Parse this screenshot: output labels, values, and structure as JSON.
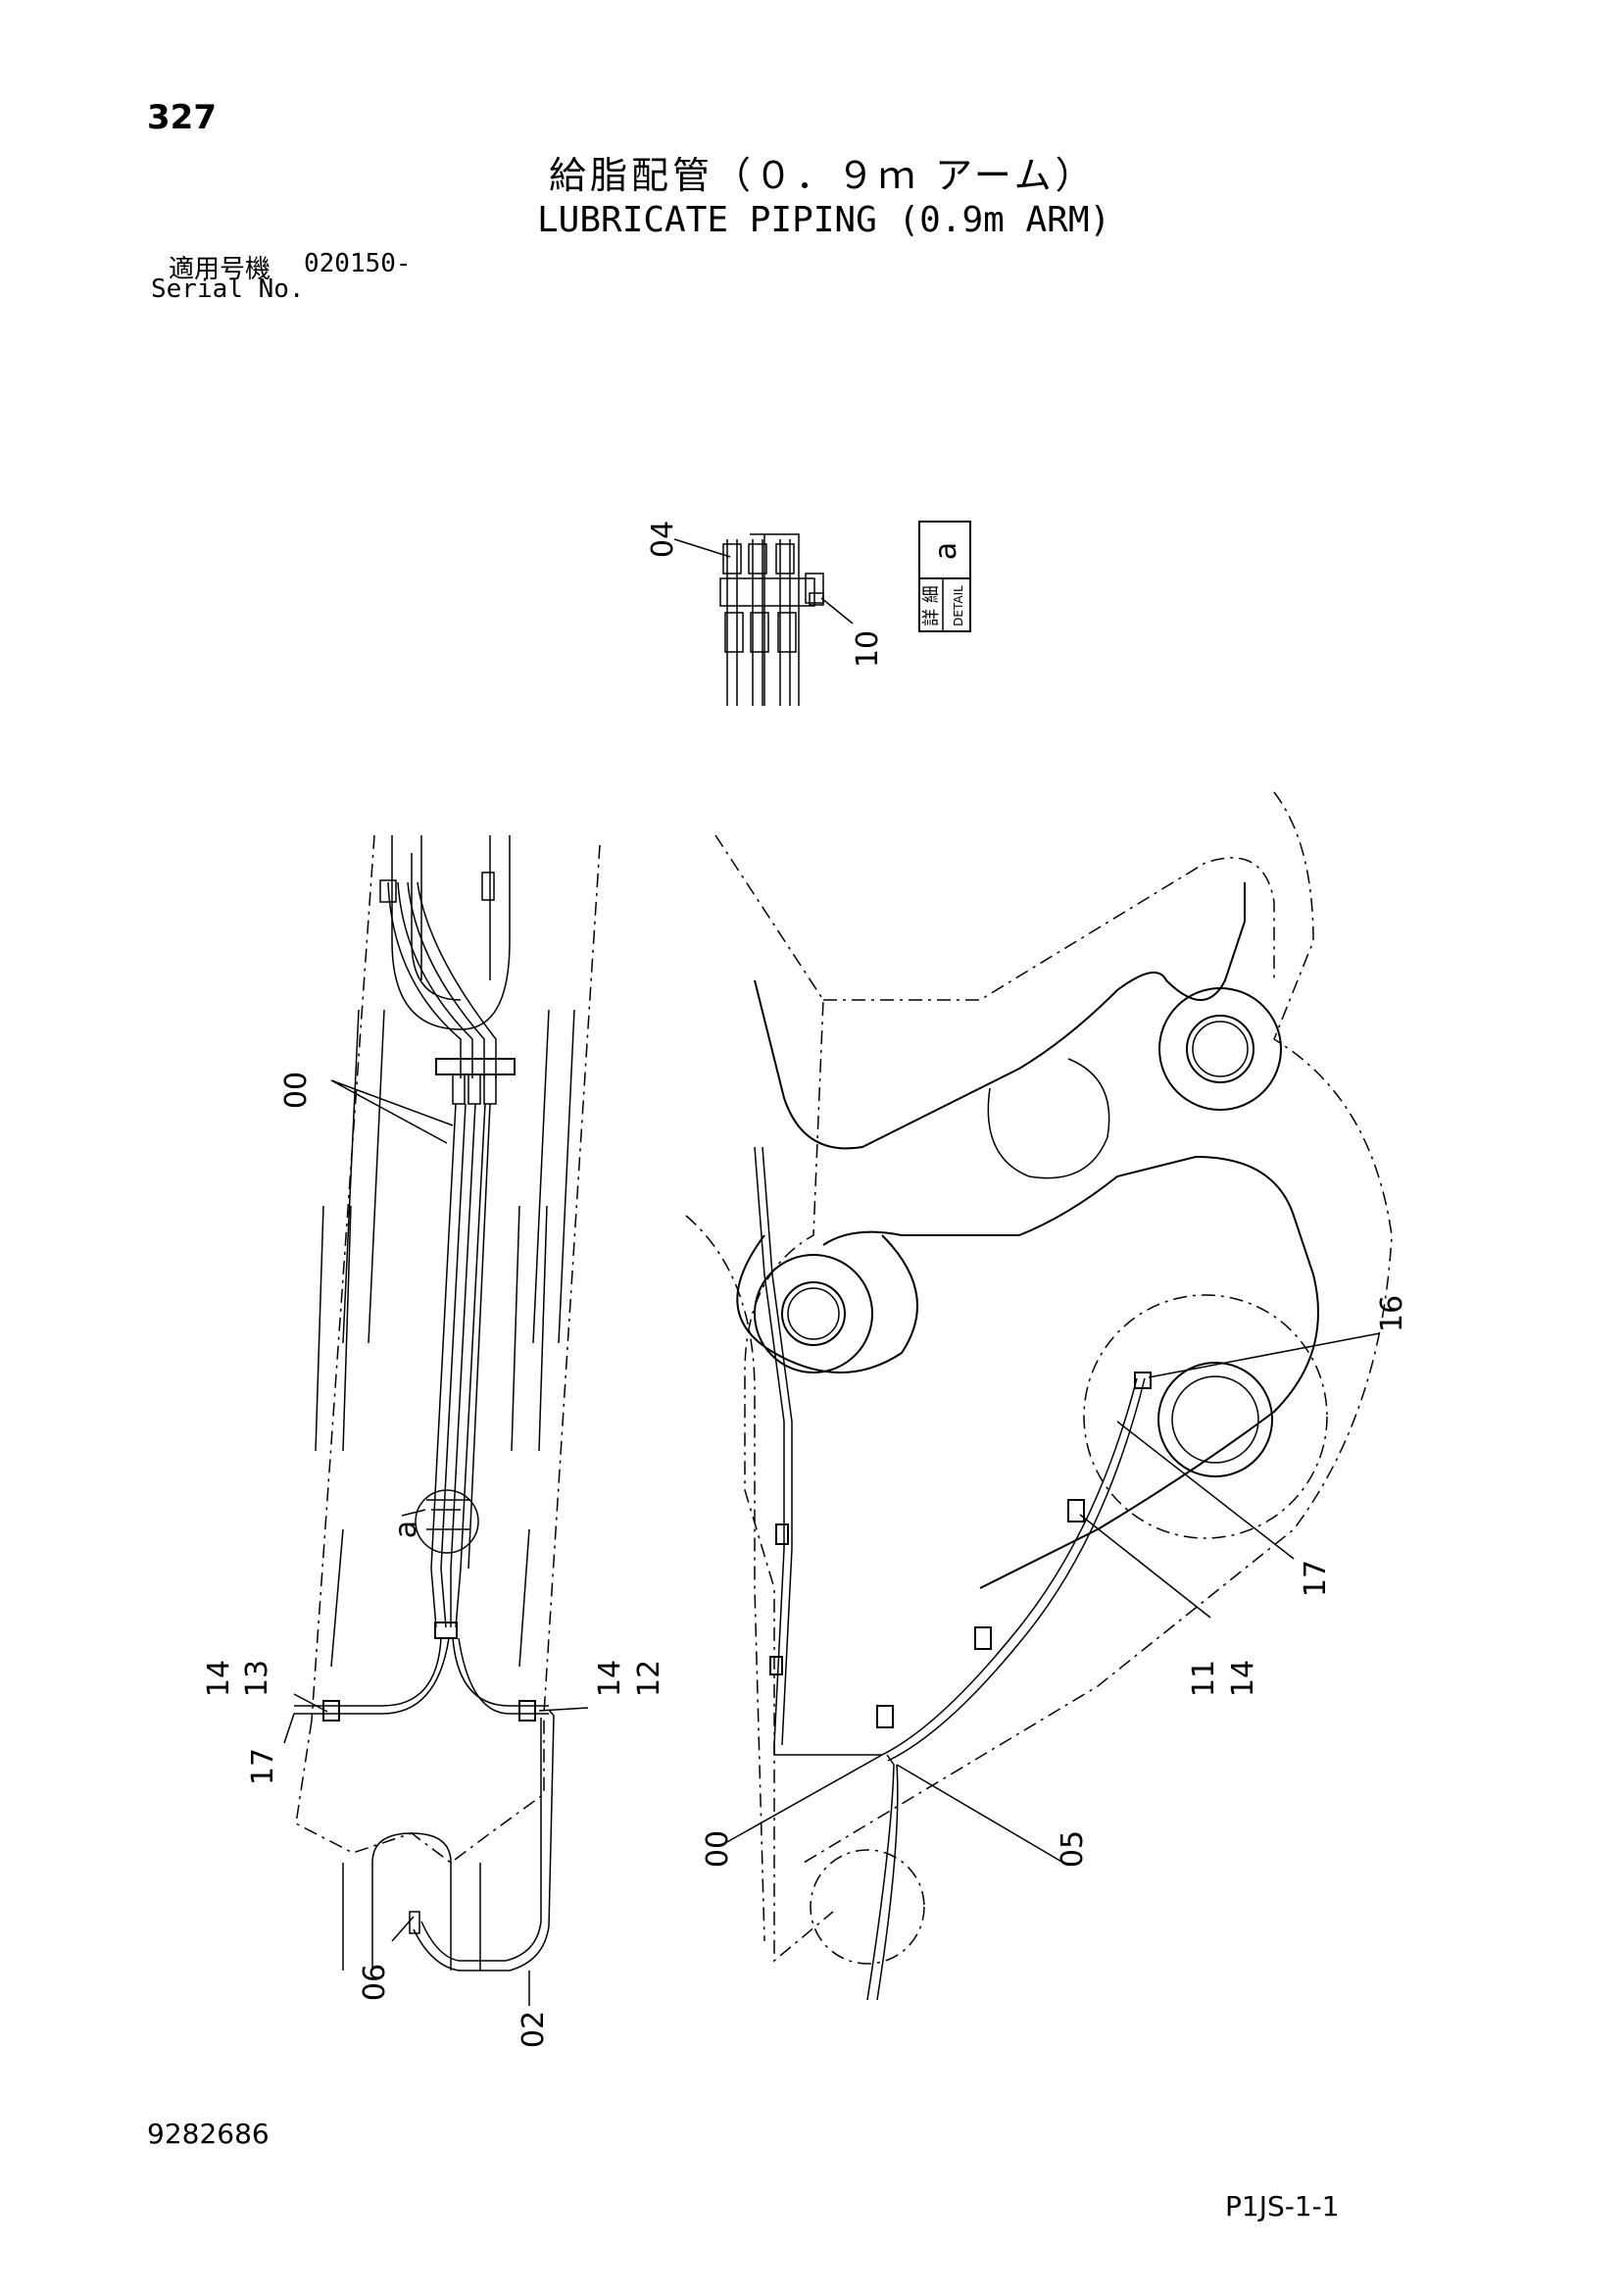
{
  "page": {
    "number": "327",
    "title_ja": "給脂配管（０．９ｍ アーム）",
    "title_en": "LUBRICATE PIPING (0.9m ARM)",
    "serial_label_ja": "適用号機",
    "serial_from": "020150-",
    "serial_label_en": "Serial No.",
    "drawing_number": "9282686",
    "sheet_code": "P1JS-1-1"
  },
  "detail_box": {
    "ja": "詳 細",
    "en": "DETAIL",
    "letter": "a"
  },
  "part_callouts": {
    "c04": "04",
    "c10": "10",
    "c00_left": "00",
    "a_marker": "a",
    "c14_13a": "14",
    "c14_13b": "13",
    "c17_left": "17",
    "c14_12a": "14",
    "c14_12b": "12",
    "c06": "06",
    "c02": "02",
    "c16": "16",
    "c17_right": "17",
    "c11_14a": "11",
    "c11_14b": "14",
    "c00_right": "00",
    "c05": "05"
  }
}
